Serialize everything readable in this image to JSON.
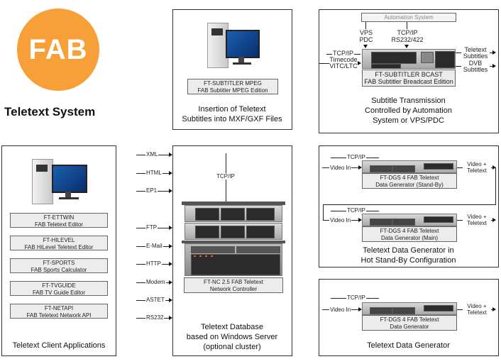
{
  "logo": {
    "text": "FAB",
    "color": "#f7a03a"
  },
  "page_title": "Teletext System",
  "panels": {
    "mpeg": {
      "product_code": "FT-SUBTITLER MPEG",
      "product_name": "FAB Subtitler MPEG Edition",
      "caption_line1": "Insertion of Teletext",
      "caption_line2": "Subtitles into MXF/GXF Files"
    },
    "bcast": {
      "automation": "Automation System",
      "vps_line1": "VPS",
      "vps_line2": "PDC",
      "tcpip_top_line1": "TCP/IP",
      "tcpip_top_line2": "RS232/422",
      "tcpip_left": "TCP/IP",
      "timecode_line1": "Timecode",
      "timecode_line2": "VITC/LTC",
      "out1_line1": "Teletext",
      "out1_line2": "Subtitles",
      "out2_line1": "DVB",
      "out2_line2": "Subtitles",
      "product_code": "FT-SUBTITLER BCAST",
      "product_name": "FAB Subtitler Breadcast Edition",
      "caption_line1": "Subtitle Transmission",
      "caption_line2": "Controlled by Automation",
      "caption_line3": "System or VPS/PDC"
    },
    "clients": {
      "apps": [
        {
          "code": "FT-ETTWIN",
          "name": "FAB Teletext Editor"
        },
        {
          "code": "FT-HILEVEL",
          "name": "FAB HiLevel Teletext Editor"
        },
        {
          "code": "FT-SPORTS",
          "name": "FAB Sports Calculator"
        },
        {
          "code": "FT-TVGUIDE",
          "name": "FAB TV Guide Editor"
        },
        {
          "code": "FT-NETAPI",
          "name": "FAB Teletext Network API"
        }
      ],
      "caption": "Teletext Client Applications"
    },
    "database": {
      "inputs": [
        "XML",
        "HTML",
        "EP1",
        "FTP",
        "E-Mail",
        "HTTP",
        "Modem",
        "ASTET",
        "RS232"
      ],
      "tcpip": "TCP/IP",
      "product_line1": "FT-NC 2.5 FAB Teletext",
      "product_line2": "Network Controller",
      "caption_line1": "Teletext Database",
      "caption_line2": "based on Windows Server",
      "caption_line3": "(optional cluster)"
    },
    "hotstandby": {
      "tcpip": "TCP/IP",
      "video_in": "Video In",
      "out_line1": "Video +",
      "out_line2": "Teletext",
      "standby_line1": "FT-DGS 4 FAB Teletext",
      "standby_line2": "Data Generator (Stand-By)",
      "main_line1": "FT-DGS 4 FAB Teletext",
      "main_line2": "Data Generator (Main)",
      "caption_line1": "Teletext Data Generator in",
      "caption_line2": "Hot Stand-By Configuration"
    },
    "generator": {
      "tcpip": "TCP/IP",
      "video_in": "Video In",
      "out_line1": "Video +",
      "out_line2": "Teletext",
      "product_line1": "FT-DGS 4 FAB Teletext",
      "product_line2": "Data Generator",
      "caption": "Teletext Data Generator"
    }
  }
}
